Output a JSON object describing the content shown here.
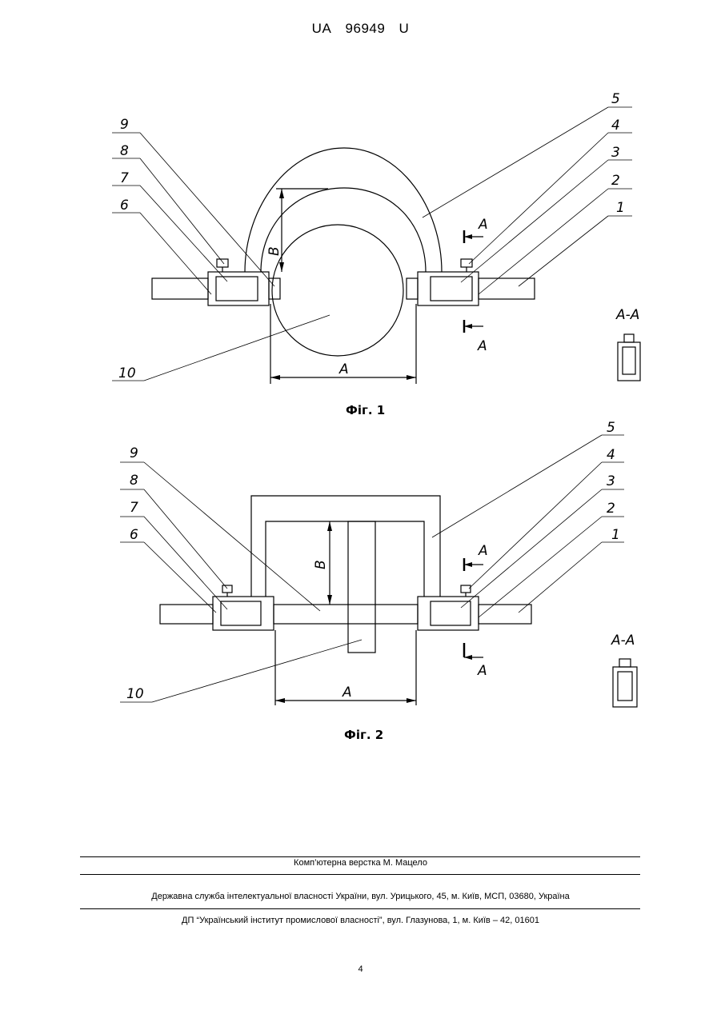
{
  "header": {
    "country": "UA",
    "number": "96949",
    "kind": "U"
  },
  "fig1": {
    "caption": "Фіг. 1",
    "labels": {
      "n1": "1",
      "n2": "2",
      "n3": "3",
      "n4": "4",
      "n5": "5",
      "n6": "6",
      "n7": "7",
      "n8": "8",
      "n9": "9",
      "n10": "10"
    },
    "dim_a": "A",
    "dim_b": "B",
    "section_top": "A",
    "section_bottom": "A",
    "section_title": "A-A"
  },
  "fig2": {
    "caption": "Фіг. 2",
    "labels": {
      "n1": "1",
      "n2": "2",
      "n3": "3",
      "n4": "4",
      "n5": "5",
      "n6": "6",
      "n7": "7",
      "n8": "8",
      "n9": "9",
      "n10": "10"
    },
    "dim_a": "A",
    "dim_b": "B",
    "section_top": "A",
    "section_bottom": "A",
    "section_title": "A-A"
  },
  "footer": {
    "layout": "Комп’ютерна верстка М. Мацело",
    "agency": "Державна служба інтелектуальної власності України, вул. Урицького, 45, м. Київ, МСП, 03680, Україна",
    "institute": "ДП “Український інститут промислової власності”, вул. Глазунова, 1, м. Київ – 42, 01601"
  },
  "page_number": "4"
}
